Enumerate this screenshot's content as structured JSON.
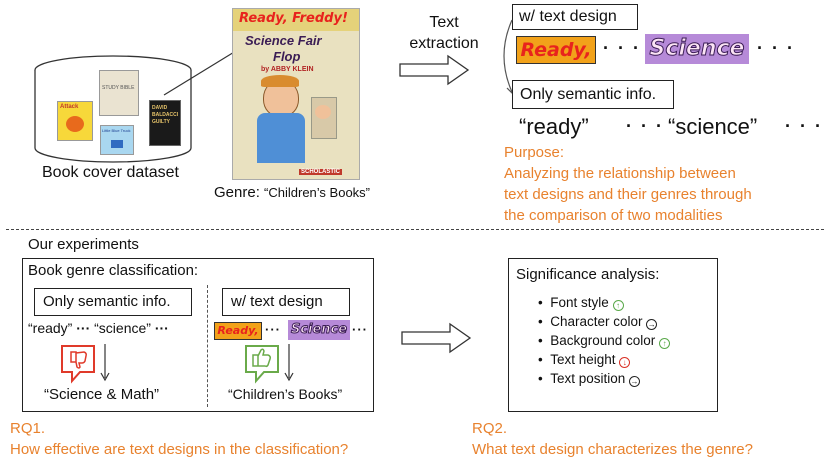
{
  "top": {
    "dataset_label": "Book cover dataset",
    "genre_prefix": "Genre:",
    "genre_value": "“Children’s Books”",
    "extraction_label_line1": "Text",
    "extraction_label_line2": "extraction",
    "with_design_label": "w/ text design",
    "semantic_label": "Only semantic info.",
    "word_images": [
      "Ready,",
      "Science"
    ],
    "ellipsis": "· · ·",
    "semantic_words": [
      "“ready”",
      "“science”"
    ],
    "purpose_title": "Purpose:",
    "purpose_lines": [
      "Analyzing the relationship between",
      "text designs and their genres through",
      "the comparison of two modalities"
    ],
    "cover": {
      "series_title": "Ready, Freddy!",
      "book_title_line1": "Science Fair",
      "book_title_line2": "Flop",
      "author": "by ABBY KLEIN",
      "publisher": "SCHOLASTIC"
    },
    "mini_covers": [
      "Attack",
      "STUDY BIBLE",
      "Little Blue Truck",
      "DAVID BALDACCI GUILTY"
    ]
  },
  "bottom": {
    "section_title": "Our experiments",
    "classification_title": "Book genre classification:",
    "semantic_label": "Only semantic info.",
    "with_design_label": "w/ text design",
    "semantic_words": [
      "“ready”",
      "“science”"
    ],
    "ellipsis": "···",
    "semantic_result": "“Science & Math”",
    "design_result": "“Children’s Books”",
    "analysis_title": "Significance analysis:",
    "analysis_items": [
      {
        "label": "Font style",
        "indicator": "up"
      },
      {
        "label": "Character color",
        "indicator": "right"
      },
      {
        "label": "Background color",
        "indicator": "up"
      },
      {
        "label": "Text height",
        "indicator": "down"
      },
      {
        "label": "Text position",
        "indicator": "right"
      }
    ],
    "rq1_title": "RQ1.",
    "rq1_text": "How effective are text designs in the classification?",
    "rq2_title": "RQ2.",
    "rq2_text": "What text design characterizes the genre?"
  },
  "colors": {
    "accent": "#e8822e",
    "thumbs_down": "#e03a2a",
    "thumbs_up": "#6aaa4a",
    "up_indicator": "#5aa94a",
    "down_indicator": "#d93025",
    "right_indicator": "#222222"
  }
}
